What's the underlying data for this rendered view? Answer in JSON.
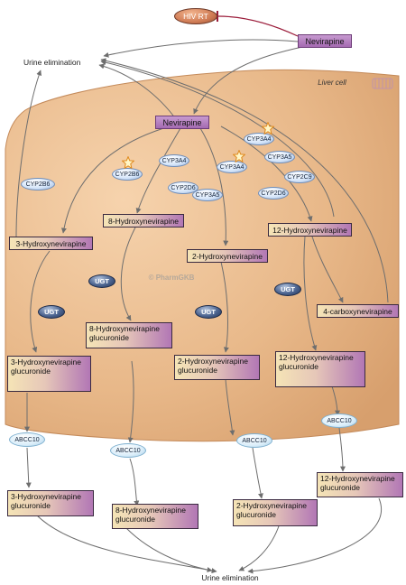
{
  "hiv_rt": "HIV RT",
  "nevirapine_top": "Nevirapine",
  "urine_top": "Urine elimination",
  "liver_cell": "Liver cell",
  "nevirapine_liver": "Nevirapine",
  "watermark": "© PharmGKB",
  "enzymes": {
    "cyp2b6_left": "CYP2B6",
    "cyp2b6_mid": "CYP2B6",
    "cyp3a4_a": "CYP3A4",
    "cyp2d6_a": "CYP2D6",
    "cyp3a4_b": "CYP3A4",
    "cyp3a5_a": "CYP3A5",
    "cyp3a4_c": "CYP3A4",
    "cyp3a5_b": "CYP3A5",
    "cyp2c9": "CYP2C9",
    "cyp2d6_b": "CYP2D6"
  },
  "metabolites": {
    "h3": "3-Hydroxynevirapine",
    "h8": "8-Hydroxynevirapine",
    "h2": "2-Hydroxynevirapine",
    "h12": "12-Hydroxynevirapine",
    "carboxy": "4-carboxynevirapine"
  },
  "ugt": [
    "UGT",
    "UGT",
    "UGT",
    "UGT"
  ],
  "glucuronides_liver": {
    "g3": [
      "3-Hydroxynevirapine",
      "glucuronide"
    ],
    "g8": [
      "8-Hydroxynevirapine",
      "glucuronide"
    ],
    "g2": [
      "2-Hydroxynevirapine",
      "glucuronide"
    ],
    "g12": [
      "12-Hydroxynevirapine",
      "glucuronide"
    ]
  },
  "abcc": [
    "ABCC10",
    "ABCC10",
    "ABCC10",
    "ABCC10"
  ],
  "glucuronides_out": {
    "g3": [
      "3-Hydroxynevirapine",
      "glucuronide"
    ],
    "g8": [
      "8-Hydroxynevirapine",
      "glucuronide"
    ],
    "g2": [
      "2-Hydroxynevirapine",
      "glucuronide"
    ],
    "g12": [
      "12-Hydroxynevirapine",
      "glucuronide"
    ]
  },
  "urine_bottom": "Urine elimination",
  "colors": {
    "liver_fill": "#e8b889",
    "inhibition": "#9b1c3a",
    "arrow": "#6e6e6e"
  }
}
